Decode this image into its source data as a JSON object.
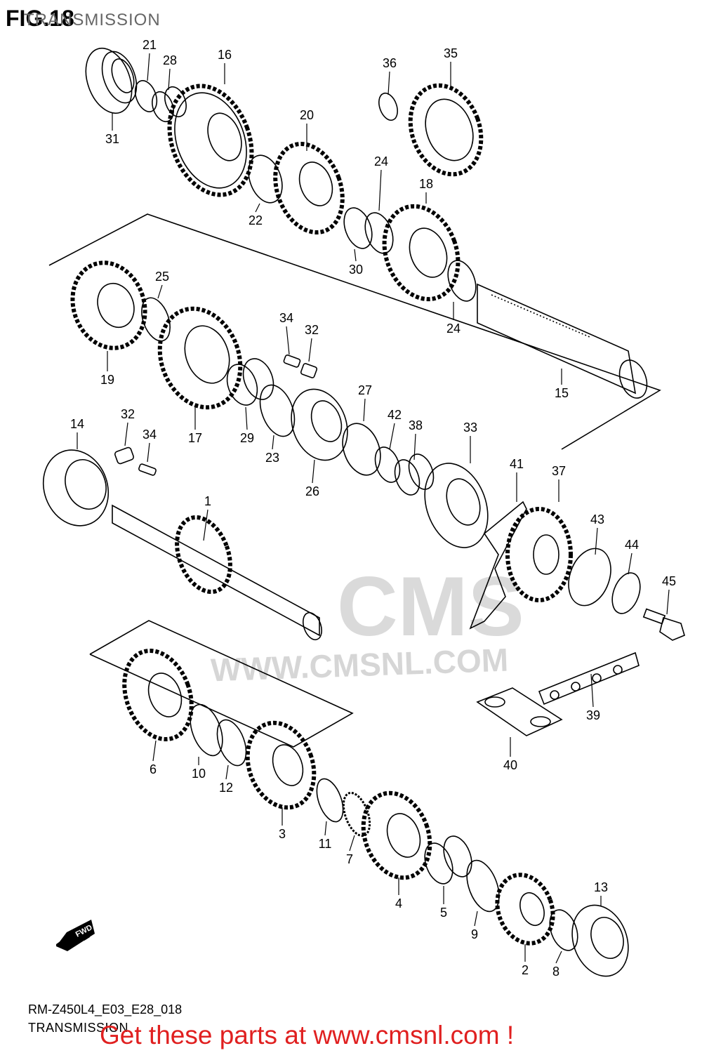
{
  "header": {
    "fig_label": "FIG.18",
    "title": "TRANSMISSION"
  },
  "watermark": {
    "logo": "CMS",
    "url": "WWW.CMSNL.COM"
  },
  "footer": {
    "model_code": "RM-Z450L4_E03_E28_018",
    "section": "TRANSMISSION",
    "promo": "Get these parts at www.cmsnl.com !"
  },
  "fwd_label": "FWD",
  "colors": {
    "line": "#000000",
    "promo": "#e02020",
    "watermark": "#d6d6d6"
  },
  "part_numbers": [
    "1",
    "2",
    "3",
    "4",
    "5",
    "6",
    "7",
    "8",
    "9",
    "10",
    "11",
    "12",
    "13",
    "14",
    "15",
    "16",
    "17",
    "18",
    "19",
    "20",
    "21",
    "22",
    "23",
    "24",
    "24",
    "25",
    "26",
    "27",
    "28",
    "29",
    "30",
    "31",
    "32",
    "32",
    "33",
    "34",
    "34",
    "35",
    "36",
    "37",
    "38",
    "39",
    "40",
    "41",
    "42",
    "43",
    "44",
    "45"
  ]
}
